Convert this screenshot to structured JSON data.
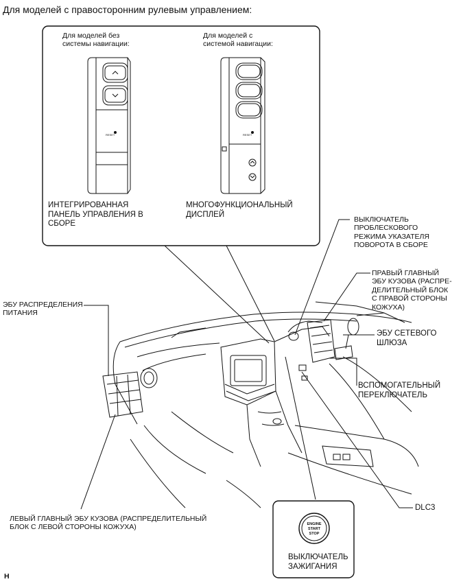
{
  "header": "Для моделей с правосторонним рулевым управлением:",
  "inset": {
    "left_caption": "Для моделей без\nсистемы навигации:",
    "right_caption": "Для моделей с\nсистемой навигации:",
    "left_label": "ИНТЕГРИРОВАННАЯ\nПАНЕЛЬ УПРАВЛЕНИЯ В\nСБОРЕ",
    "right_label": "МНОГОФУНКЦИОНАЛЬНЫЙ\nДИСПЛЕЙ",
    "reset_text": "RESET"
  },
  "labels": {
    "flasher_switch": "ВЫКЛЮЧАТЕЛЬ\nПРОБЛЕСКОВОГО\nРЕЖИМА УКАЗАТЕЛЯ\nПОВОРОТА В СБОРЕ",
    "right_body_ecu": "ПРАВЫЙ ГЛАВНЫЙ\nЭБУ КУЗОВА (РАСПРЕ-\nДЕЛИТЕЛЬНЫЙ БЛОК\nС ПРАВОЙ СТОРОНЫ\nКОЖУХА)",
    "power_ecu": "ЭБУ РАСПРЕДЕЛЕНИЯ\nПИТАНИЯ",
    "gateway_ecu": "ЭБУ СЕТЕВОГО\nШЛЮЗА",
    "aux_switch": "ВСПОМОГАТЕЛЬНЫЙ\nПЕРЕКЛЮЧАТЕЛЬ",
    "dlc3": "DLC3",
    "left_body_ecu": "ЛЕВЫЙ ГЛАВНЫЙ ЭБУ КУЗОВА (РАСПРЕДЕЛИТЕЛЬНЫЙ\nБЛОК С ЛЕВОЙ СТОРОНЫ КОЖУХА)",
    "ignition_switch": "ВЫКЛЮЧАТЕЛЬ\nЗАЖИГАНИЯ"
  },
  "button": {
    "line1": "ENGINE",
    "line2": "START",
    "line3": "STOP"
  },
  "footer_mark": "H"
}
